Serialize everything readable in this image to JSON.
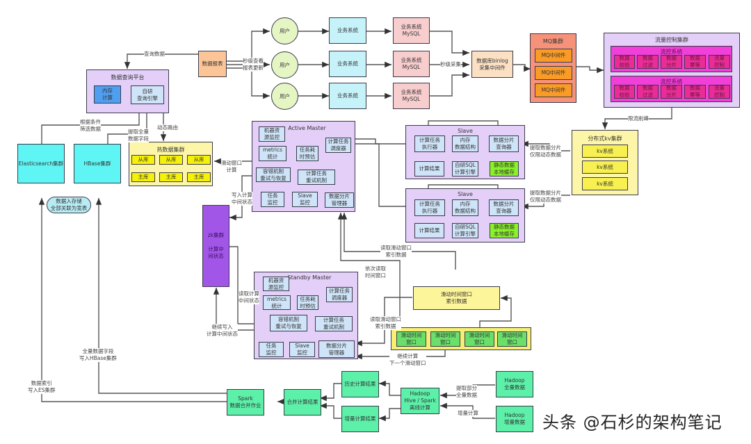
{
  "query_platform": {
    "title": "数据查询平台",
    "memory_calc": "内存\n计算",
    "query_engine": "自研\n查询引擎"
  },
  "data_report": "数据报表",
  "users": [
    "用户",
    "用户",
    "用户"
  ],
  "business_systems": [
    "业务系统",
    "业务系统",
    "业务系统"
  ],
  "business_mysql": [
    "业务系统\nMySQL",
    "业务系统\nMySQL",
    "业务系统\nMySQL"
  ],
  "binlog": "数据库binlog\n采集中间件",
  "mq": {
    "title": "MQ集群",
    "items": [
      "MQ中间件",
      "MQ中间件",
      "MQ中间件"
    ]
  },
  "flow_control": {
    "title": "流量控制集群",
    "systems": [
      {
        "title": "流控系统",
        "items": [
          "数据\n校验",
          "数据\n过滤",
          "数据\n分片",
          "数据\n幂等",
          "流量\n控制"
        ]
      },
      {
        "title": "流控系统",
        "items": [
          "数据\n校验",
          "数据\n过滤",
          "数据\n分片",
          "数据\n幂等",
          "流量\n控制"
        ]
      }
    ]
  },
  "kv_cluster": {
    "title": "分布式kv集群",
    "items": [
      "kv系统",
      "kv系统",
      "kv系统"
    ]
  },
  "elasticsearch": "Elasticsearch集群",
  "hbase": "HBase集群",
  "cloud_note": "数据入存储\n全部关联为宽表",
  "hot_data": {
    "title": "热数据集群",
    "slaves": [
      "从库",
      "从库",
      "从库"
    ],
    "masters": [
      "主库",
      "主库",
      "主库"
    ]
  },
  "active_master": {
    "title": "Active Master",
    "resource_monitor": "机器资\n源监控",
    "metrics": "metrics\n统计",
    "time_estimate": "任务耗\n时预估",
    "scheduler": "计算任务\n调度器",
    "fault_tolerance": "容错机制\n重试与恢复",
    "retry": "计算任务\n重试机制",
    "task_monitor": "任务\n监控",
    "slave_monitor": "Slave\n监控",
    "shard_manager": "数据分片\n管理器"
  },
  "standby_master": {
    "title": "Standby Master",
    "resource_monitor": "机器资\n源监控",
    "metrics": "metrics\n统计",
    "time_estimate": "任务耗\n时预估",
    "scheduler": "计算任务\n调度器",
    "fault_tolerance": "容错机制\n重试与恢复",
    "retry": "计算任务\n重试机制",
    "task_monitor": "任务\n监控",
    "slave_monitor": "Slave\n监控",
    "shard_manager": "数据分片\n管理器"
  },
  "slaves": [
    {
      "title": "Slave",
      "executor": "计算任务\n执行器",
      "mem_struct": "内存\n数据结构",
      "shard_query": "数据分片\n查询器",
      "result": "计算结果",
      "sql_engine": "自研SQL\n计算引擎",
      "static_cache": "静态数据\n本地缓存"
    },
    {
      "title": "Slave",
      "executor": "计算任务\n执行器",
      "mem_struct": "内存\n数据结构",
      "shard_query": "数据分片\n查询器",
      "result": "计算结果",
      "sql_engine": "自研SQL\n计算引擎",
      "static_cache": "静态数据\n本地缓存"
    }
  ],
  "zk": {
    "title": "zk集群",
    "subtitle": "计算中\n间状态"
  },
  "sliding_index": "滑动时间窗口\n索引数据",
  "sliding_windows": [
    "滑动时间\n窗口",
    "滑动时间\n窗口",
    "滑动时间\n窗口",
    "滑动时间\n窗口"
  ],
  "offline": {
    "spark_merge": "Spark\n数据合并作业",
    "merge_result": "合并计算结果",
    "history_result": "历史计算结果",
    "incr_result": "增量计算结果",
    "hadoop_calc": "Hadoop\nHive / Spark\n离线计算",
    "hadoop_full": "Hadoop\n全量数据",
    "hadoop_incr": "Hadoop\n增量数据"
  },
  "edge_labels": {
    "query_data": "查询数据",
    "second_report": "秒级查看\n报表更新",
    "second_collect": "秒级采集",
    "rate_limit": "限流削峰",
    "filter_by_cond": "根据条件\n筛选数据",
    "fetch_full_fields": "提取全量\n数据字段",
    "dynamic_route": "动态路由",
    "sliding_calc": "滑动窗口\n计算",
    "write_state": "写入计算\n中间状态",
    "fetch_shard_1": "提取数据分片\n仅限动态数据",
    "fetch_shard_2": "提取数据分片\n仅限动态数据",
    "read_sliding_index_1": "读取滑动窗口\n索引数据",
    "read_time_window": "依次读取\n时间窗口",
    "read_state": "读取计算\n中间状态",
    "continue_write": "继续写入\n计算中间状态",
    "read_sliding_index_2": "读取滑动窗口\n索引数据",
    "continue_calc": "继续计算\n下一个滑动窗口",
    "full_to_hbase": "全量数据字段\n写入HBase集群",
    "index_to_es": "数据索引\n写入ES集群",
    "extract_partial": "提取部分\n全量数据",
    "incr_calc": "增量计算"
  },
  "watermark": "头条 @石杉的架构笔记"
}
